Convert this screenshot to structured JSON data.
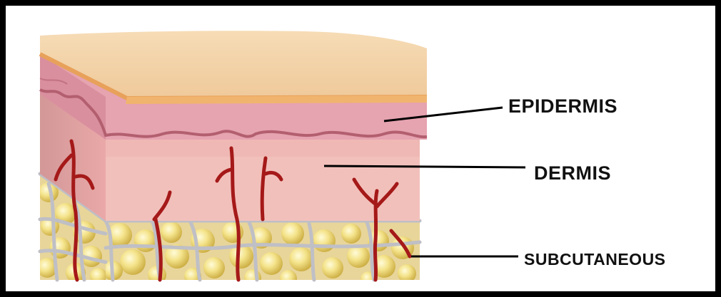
{
  "labels": {
    "epidermis": "EPIDERMIS",
    "dermis": "DERMIS",
    "subcutaneous": "SUBCUTANEOUS"
  },
  "colors": {
    "frame": "#000000",
    "background": "#ffffff",
    "skin_surface": "#f3d2a4",
    "epidermis": "#e7a6b2",
    "dermis": "#f2c1bd",
    "fat_cell": "#f1df77",
    "blood_vessel": "#a51919",
    "connective_mesh": "#c8c8cc",
    "leader_line": "#000000"
  }
}
